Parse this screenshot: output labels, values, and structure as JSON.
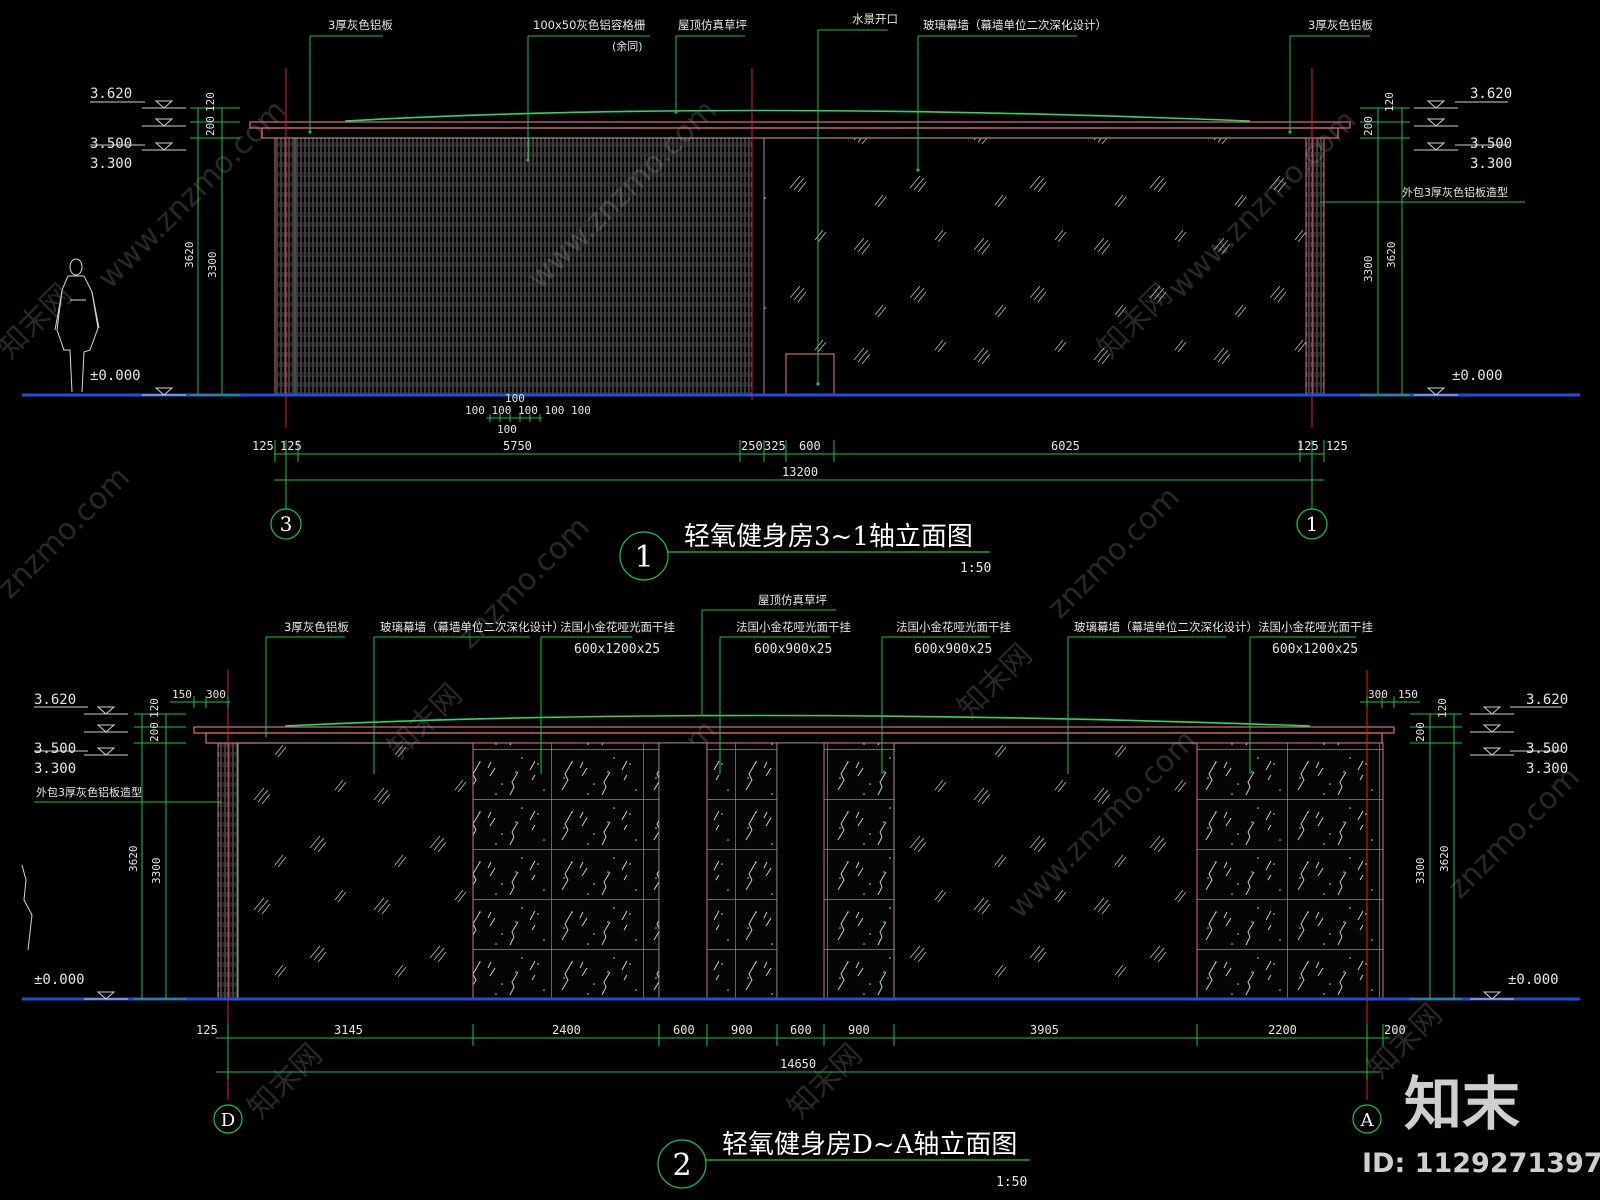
{
  "brand": {
    "logo_text": "知末",
    "id_text": "ID: 1129271397",
    "watermark_cn": "知末网",
    "watermark_url": "www.znzmo.com",
    "watermark_url2": "znzmo.com"
  },
  "elev1": {
    "title": "轻氧健身房3~1轴立面图",
    "scale": "1:50",
    "number": "1",
    "axis_left": "3",
    "axis_right": "1",
    "labels": {
      "alu_left": "3厚灰色铝板",
      "grille": "100x50灰色铝容格栅",
      "grille_note": "(余同)",
      "roof": "屋顶仿真草坪",
      "water": "水景开口",
      "glass": "玻璃幕墙（幕墙单位二次深化设计）",
      "alu_right": "3厚灰色铝板",
      "wrap": "外包3厚灰色铝板造型"
    },
    "levels": {
      "l1": "3.620",
      "l2": "3.500",
      "l3": "3.300",
      "ground": "±0.000"
    },
    "vdims": {
      "d120": "120",
      "d200": "200",
      "d3620": "3620",
      "d3300": "3300"
    },
    "hdims": [
      "125",
      "125",
      "5750",
      "250",
      "325",
      "600",
      "6025",
      "125",
      "125"
    ],
    "total": "13200",
    "grille_dims": {
      "top": "100",
      "row": "100 100 100 100 100",
      "bottom": "100"
    }
  },
  "elev2": {
    "title": "轻氧健身房D~A轴立面图",
    "scale": "1:50",
    "number": "2",
    "axis_left": "D",
    "axis_right": "A",
    "labels": {
      "alu_left": "3厚灰色铝板",
      "glass1": "玻璃幕墙（幕墙单位二次深化设计）",
      "stone1": "法国小金花哑光面干挂",
      "stone1_size": "600x1200x25",
      "roof": "屋顶仿真草坪",
      "stone2": "法国小金花哑光面干挂",
      "stone2_size": "600x900x25",
      "stone3": "法国小金花哑光面干挂",
      "stone3_size": "600x900x25",
      "glass2": "玻璃幕墙（幕墙单位二次深化设计）",
      "stone4": "法国小金花哑光面干挂",
      "stone4_size": "600x1200x25",
      "wrap": "外包3厚灰色铝板造型"
    },
    "levels": {
      "l1": "3.620",
      "l2": "3.500",
      "l3": "3.300",
      "ground": "±0.000"
    },
    "vdims": {
      "d120": "120",
      "d200": "200",
      "d3620": "3620",
      "d3300": "3300"
    },
    "top_dims": {
      "a150": "150",
      "a300": "300",
      "b300": "300",
      "b150": "150"
    },
    "hdims": [
      "125",
      "3145",
      "2400",
      "600",
      "900",
      "600",
      "900",
      "3905",
      "2200",
      "200"
    ],
    "total": "14650"
  },
  "colors": {
    "ground": "#1f4fd8",
    "dim": "#19c34a",
    "struct": "#d9707a",
    "axis": "#e02020",
    "roof": "#2bd66b"
  }
}
